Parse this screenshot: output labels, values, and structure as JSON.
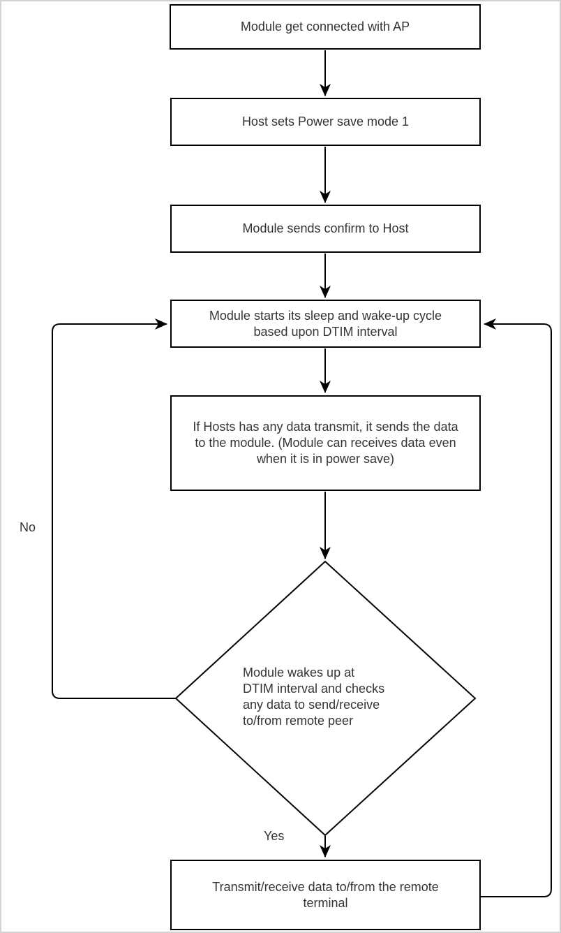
{
  "flowchart": {
    "nodes": {
      "connect_ap": {
        "label": "Module get connected with AP"
      },
      "set_ps_mode": {
        "label": "Host sets Power save mode 1"
      },
      "confirm_host": {
        "label": "Module sends confirm to Host"
      },
      "sleep_cycle": {
        "label": "Module starts its sleep and wake-up cycle\nbased upon DTIM interval"
      },
      "host_data": {
        "label": "If Hosts has any data transmit, it sends the data\nto the module. (Module can receives data even\nwhen it is in power save)"
      },
      "decision": {
        "label": "Module wakes up at\nDTIM interval and checks\nany data to send/receive\nto/from remote peer"
      },
      "transmit": {
        "label": "Transmit/receive data to/from the remote\nterminal"
      }
    },
    "edge_labels": {
      "no": "No",
      "yes": "Yes"
    },
    "colors": {
      "line": "#000000",
      "node_border": "#000000",
      "node_fill": "#ffffff",
      "text": "#343434",
      "frame_border": "#d2d2d2",
      "background": "#ffffff"
    }
  }
}
